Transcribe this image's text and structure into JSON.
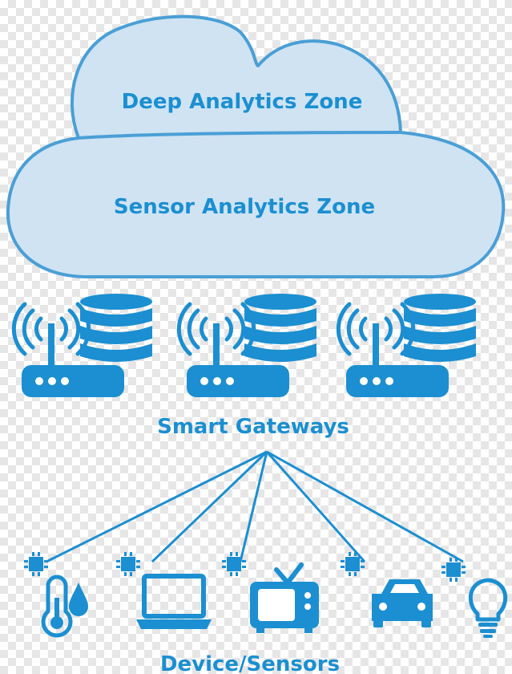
{
  "diagram": {
    "cloud_top_label": "Deep Analytics Zone",
    "cloud_bottom_label": "Sensor Analytics Zone",
    "gateways_label": "Smart Gateways",
    "devices_label": "Device/Sensors",
    "gateways": [
      {
        "name": "gateway-1",
        "icons": [
          "router-icon",
          "database-icon"
        ]
      },
      {
        "name": "gateway-2",
        "icons": [
          "router-icon",
          "database-icon"
        ]
      },
      {
        "name": "gateway-3",
        "icons": [
          "router-icon",
          "database-icon"
        ]
      }
    ],
    "devices": [
      {
        "name": "thermometer-water-drop",
        "icons": [
          "chip-icon",
          "thermometer-icon",
          "water-drop-icon"
        ]
      },
      {
        "name": "laptop",
        "icons": [
          "chip-icon",
          "laptop-icon"
        ]
      },
      {
        "name": "television",
        "icons": [
          "chip-icon",
          "tv-icon"
        ]
      },
      {
        "name": "car",
        "icons": [
          "chip-icon",
          "car-icon"
        ]
      },
      {
        "name": "light-bulb",
        "icons": [
          "chip-icon",
          "light-bulb-icon"
        ]
      }
    ],
    "colors": {
      "accent": "#1b8fd1",
      "cloud_fill": "#cfe3f3",
      "cloud_stroke": "#4a9fd6"
    }
  }
}
